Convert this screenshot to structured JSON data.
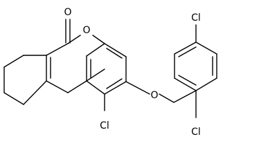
{
  "molecule": {
    "atoms": {
      "carbonyl_oxygen": "O",
      "ring_oxygen": "O",
      "ether_oxygen": "O",
      "chlorine_core": "Cl",
      "chlorine_top": "Cl",
      "chlorine_bottom": "Cl"
    },
    "colors": {
      "bond": "#000000",
      "label": "#000000",
      "background": "#ffffff"
    }
  }
}
